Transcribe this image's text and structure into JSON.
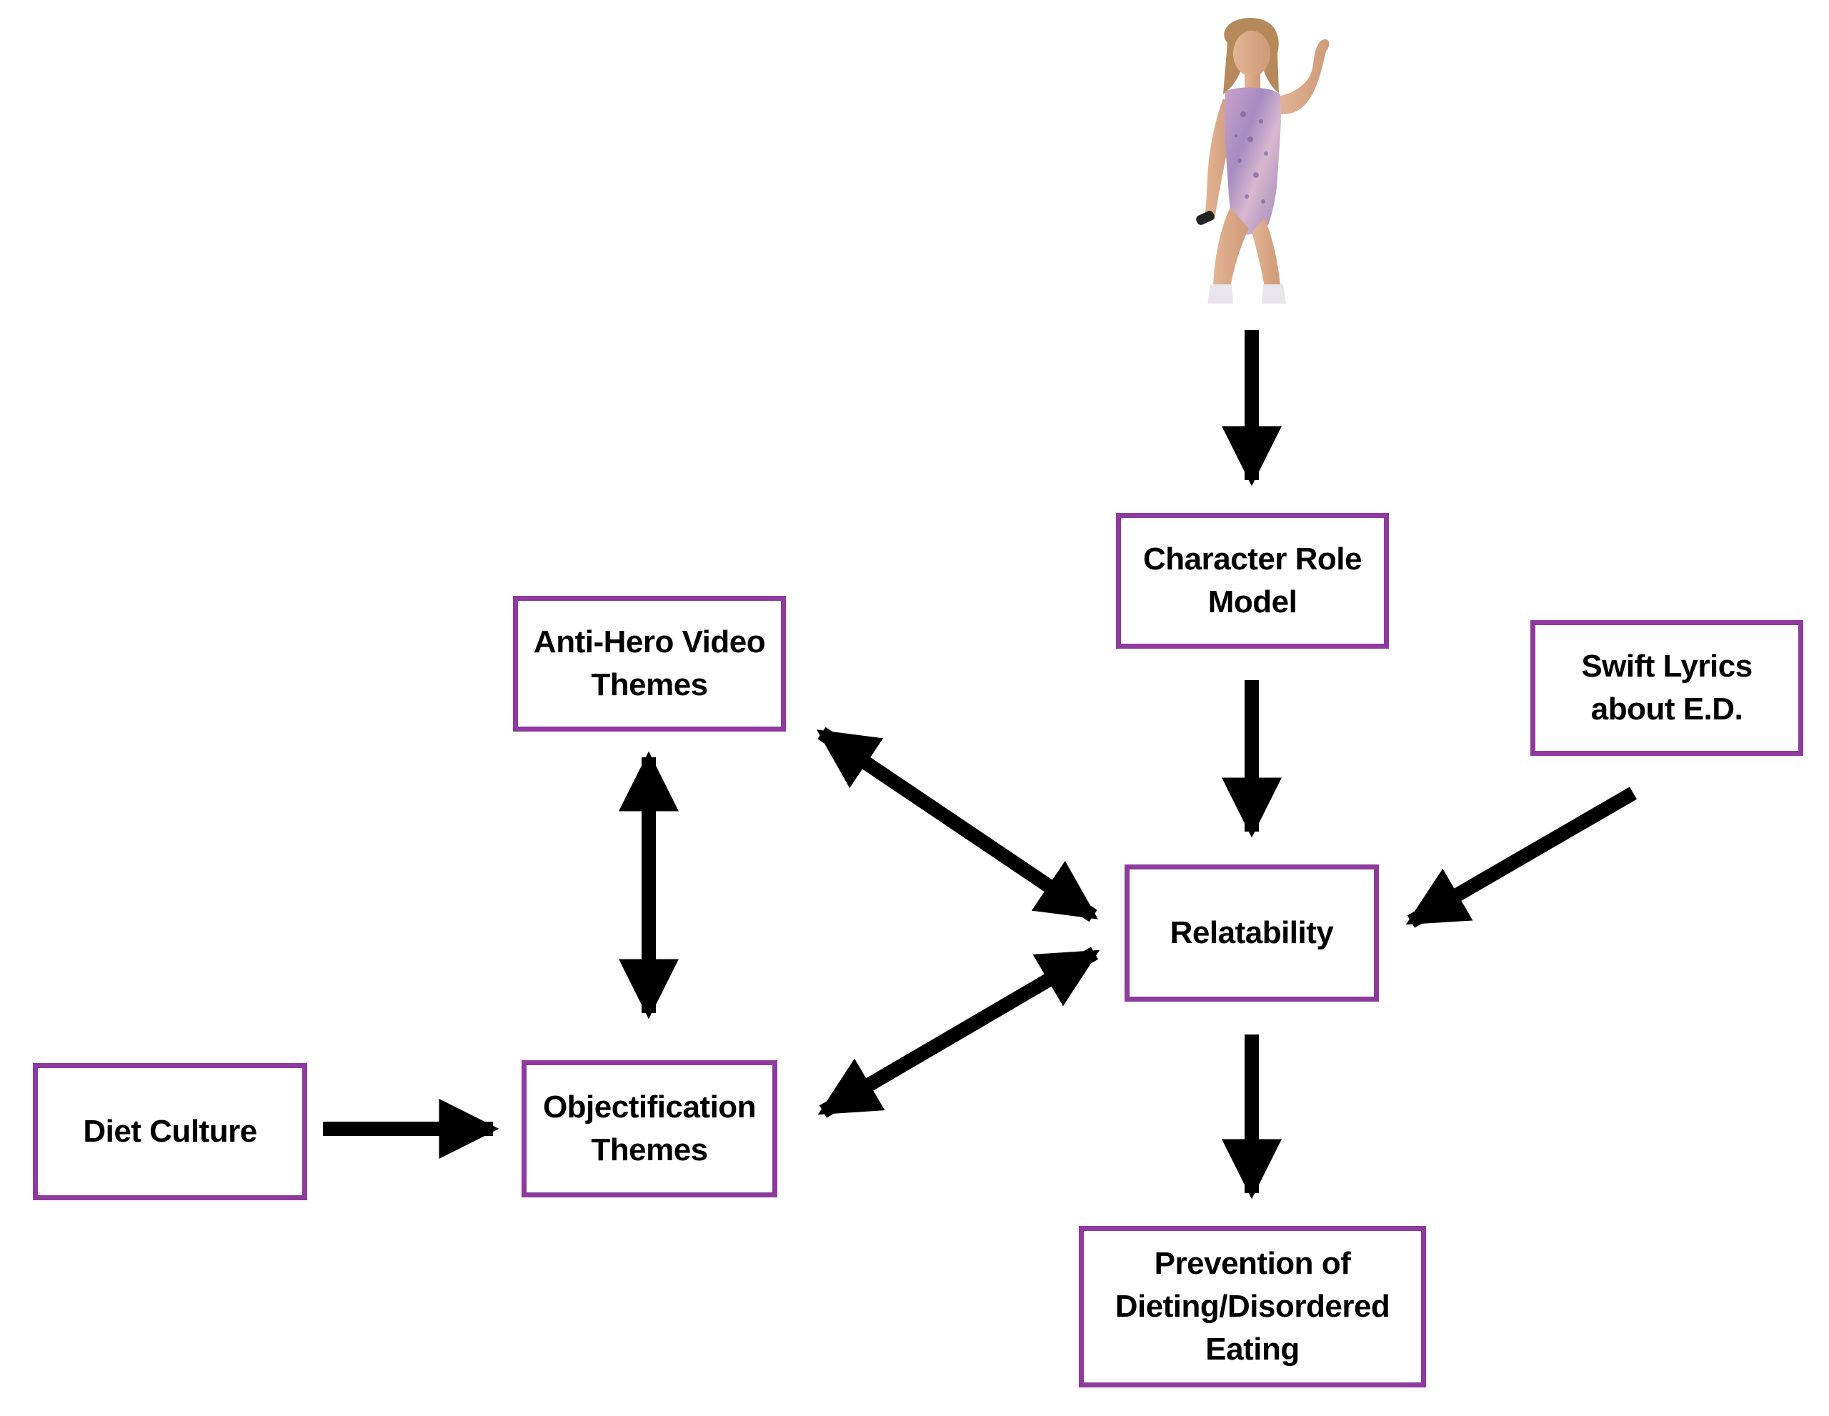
{
  "colors": {
    "box_border": "#8e3a9e",
    "arrow": "#000000",
    "text": "#000000",
    "background": "#ffffff"
  },
  "photo": {
    "description_icon": "performer-photo"
  },
  "nodes": {
    "character_role_model": "Character Role\nModel",
    "anti_hero_video_themes": "Anti-Hero Video\nThemes",
    "swift_lyrics": "Swift Lyrics\nabout E.D.",
    "relatability": "Relatability",
    "diet_culture": "Diet Culture",
    "objectification_themes": "Objectification\nThemes",
    "prevention": "Prevention of\nDieting/Disordered\nEating"
  },
  "edges": [
    {
      "from": "photo",
      "to": "character_role_model",
      "direction": "forward"
    },
    {
      "from": "character_role_model",
      "to": "relatability",
      "direction": "forward"
    },
    {
      "from": "swift_lyrics",
      "to": "relatability",
      "direction": "forward"
    },
    {
      "from": "anti_hero_video_themes",
      "to": "relatability",
      "direction": "both"
    },
    {
      "from": "objectification_themes",
      "to": "relatability",
      "direction": "both"
    },
    {
      "from": "anti_hero_video_themes",
      "to": "objectification_themes",
      "direction": "both"
    },
    {
      "from": "diet_culture",
      "to": "objectification_themes",
      "direction": "forward"
    },
    {
      "from": "relatability",
      "to": "prevention",
      "direction": "forward"
    }
  ]
}
